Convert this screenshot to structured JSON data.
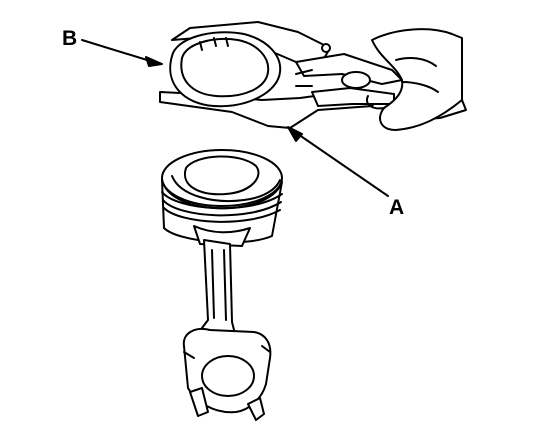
{
  "diagram": {
    "callouts": [
      {
        "id": "A",
        "label": "A",
        "target": "piston-ring-expander-tool"
      },
      {
        "id": "B",
        "label": "B",
        "target": "piston-ring"
      }
    ],
    "parts": [
      "piston-ring-expander-tool",
      "piston-ring",
      "piston",
      "connecting-rod",
      "hand"
    ],
    "colors": {
      "line": "#000000",
      "fill": "#ffffff"
    }
  }
}
